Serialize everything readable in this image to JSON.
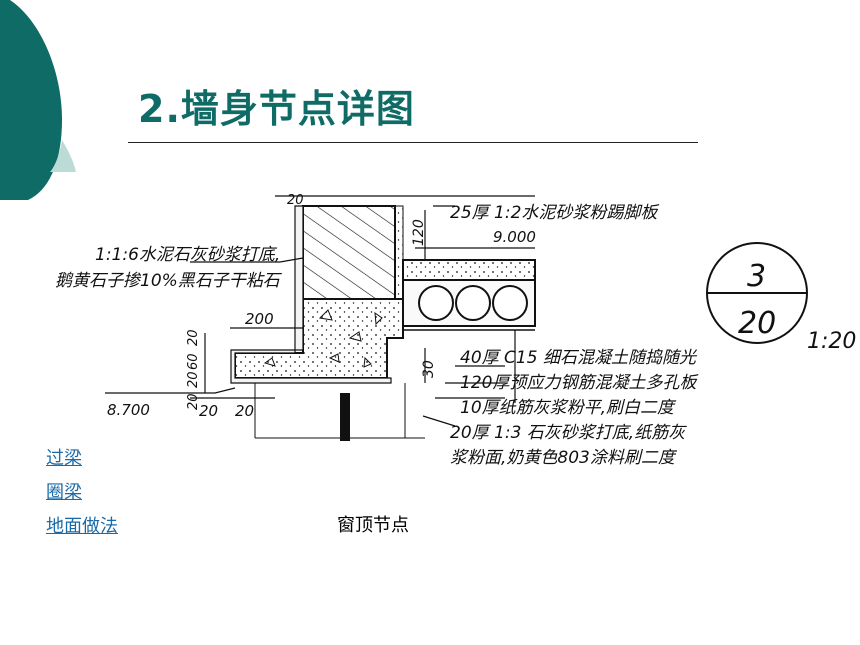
{
  "title": "2.墙身节点详图",
  "links": [
    "过梁",
    "圈梁",
    "地面做法"
  ],
  "caption": "窗顶节点",
  "drawing": {
    "labels": {
      "dim_20_top": "20",
      "dim_120": "120",
      "skirting": "25厚 1:2水泥砂浆粉踢脚板",
      "elev_9000": "9.000",
      "base_coat_1": "1:1:6水泥石灰砂浆打底,",
      "base_coat_2": "鹅黄石子掺10%黑石子干粘石",
      "dim_200": "200",
      "dim_20_a": "20",
      "dim_60": "60",
      "dim_20_b": "20",
      "dim_20_c": "20",
      "elev_8700": "8.700",
      "dim_20_d": "20",
      "dim_20_e": "20",
      "dim_30": "30",
      "note1": "40厚 C15 细石混凝土随捣随光",
      "note2": "120厚预应力钢筋混凝土多孔板",
      "note3": "10厚纸筋灰浆粉平,刷白二度",
      "note4": "20厚 1:3 石灰砂浆打底,纸筋灰",
      "note5": "浆粉面,奶黄色803涂料刷二度",
      "detail_num": "3",
      "detail_sheet": "20",
      "scale": "1:20"
    }
  },
  "colors": {
    "accent": "#0f6b66",
    "light": "#bcdbd6",
    "link": "#1a6aa8"
  }
}
